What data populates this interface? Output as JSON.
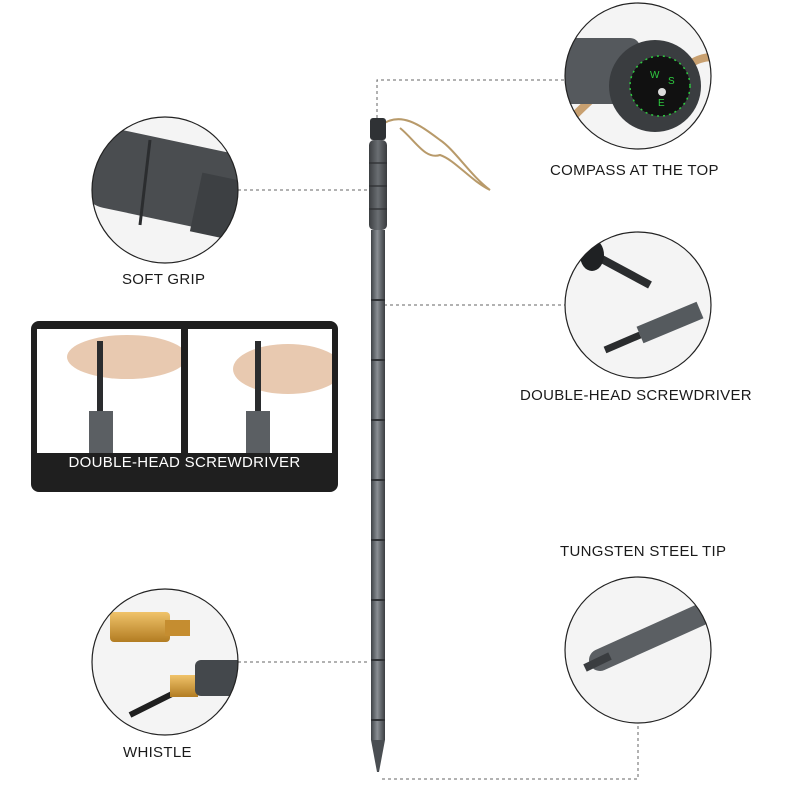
{
  "features": {
    "compass": "COMPASS AT THE TOP",
    "soft_grip": "SOFT GRIP",
    "screwdriver_right": "DOUBLE-HEAD SCREWDRIVER",
    "screwdriver_panel": "DOUBLE-HEAD SCREWDRIVER",
    "tungsten_tip": "TUNGSTEN STEEL TIP",
    "whistle": "WHISTLE"
  },
  "compass_letters": [
    "W",
    "S",
    "E"
  ],
  "colors": {
    "pole": "#5b5f63",
    "grip": "#4a4d50",
    "panel": "#1f1f1f",
    "compass_green": "#2ecc40",
    "brass": "#d9a441"
  }
}
